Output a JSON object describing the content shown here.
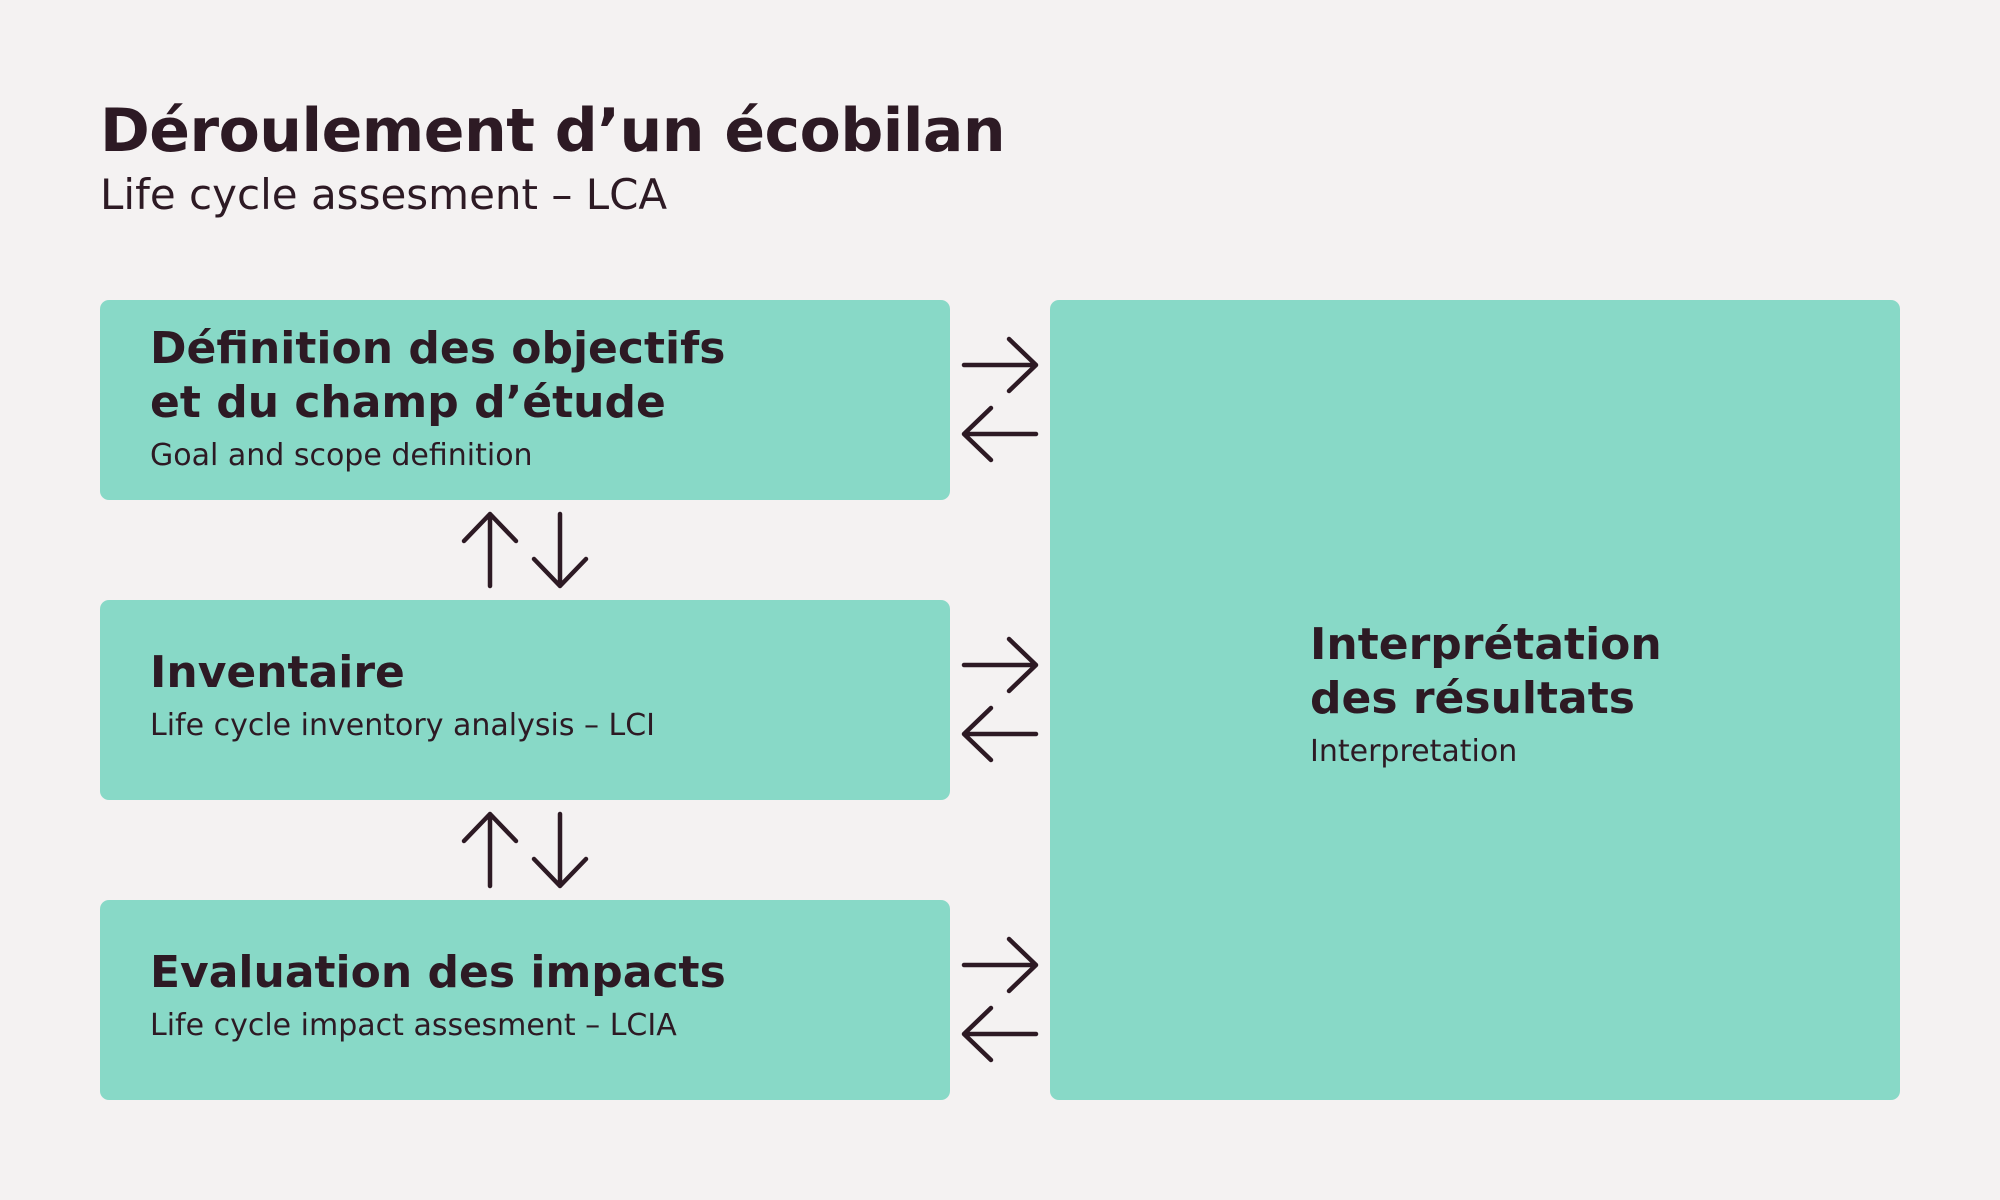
{
  "header": {
    "title": "Déroulement d’un écobilan",
    "subtitle": "Life cycle assesment – LCA"
  },
  "boxes": {
    "goal": {
      "title_line1": "Définition des objectifs",
      "title_line2": "et du champ d’étude",
      "subtitle": "Goal and scope definition"
    },
    "inventory": {
      "title": "Inventaire",
      "subtitle": "Life cycle inventory analysis – LCI"
    },
    "impact": {
      "title": "Evaluation des impacts",
      "subtitle": "Life cycle impact assesment – LCIA"
    },
    "interpretation": {
      "title_line1": "Interprétation",
      "title_line2": "des résultats",
      "subtitle": "Interpretation"
    }
  },
  "colors": {
    "background": "#f4f2f2",
    "box": "#88d9c7",
    "text": "#2d1a24"
  }
}
